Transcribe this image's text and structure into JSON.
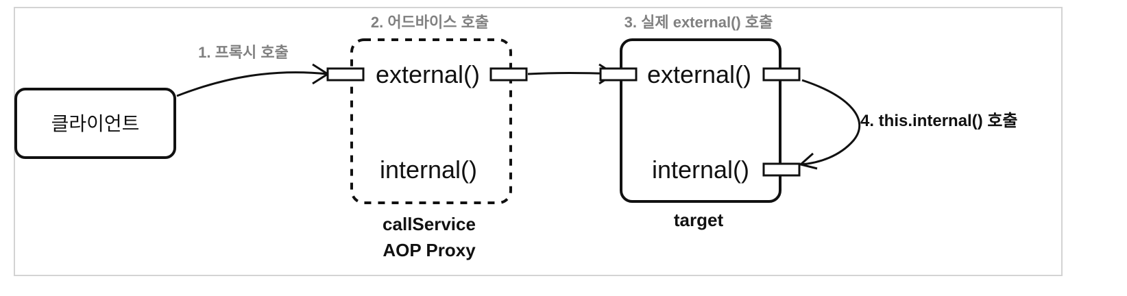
{
  "diagram": {
    "client": {
      "label": "클라이언트"
    },
    "proxy": {
      "external_label": "external()",
      "internal_label": "internal()",
      "caption_line1": "callService",
      "caption_line2": "AOP Proxy"
    },
    "target": {
      "external_label": "external()",
      "internal_label": "internal()",
      "caption": "target"
    },
    "steps": {
      "step1": "1. 프록시 호출",
      "step2": "2. 어드바이스 호출",
      "step3": "3. 실제 external() 호출",
      "step4": "4. this.internal() 호출"
    }
  },
  "colors": {
    "border": "#111111",
    "step_text": "#808080",
    "frame": "#d3d3d3"
  }
}
